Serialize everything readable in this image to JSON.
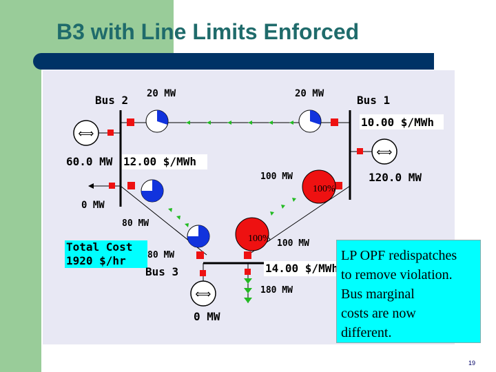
{
  "slide": {
    "title": "B3 with Line Limits Enforced",
    "page_number": "19",
    "note_lines": [
      "LP OPF redispatches",
      "to remove violation.",
      "Bus marginal",
      "costs are now",
      "different."
    ]
  },
  "diagram": {
    "bus2": {
      "name": "Bus 2",
      "flow_top": "20 MW",
      "gen": "60.0 MW",
      "price": "12.00 $/MWh",
      "load": "0 MW",
      "flow_down": "80 MW"
    },
    "bus1": {
      "name": "Bus 1",
      "flow_top": "20 MW",
      "price": "10.00 $/MWh",
      "gen": "120.0 MW",
      "flow_down": "100 MW",
      "line_pct": "100%"
    },
    "bus3": {
      "name": "Bus 3",
      "flow_in": "80 MW",
      "flow_in2": "100 MW",
      "price": "14.00 $/MWh",
      "gen": "0 MW",
      "load": "180 MW",
      "line_pct": "100%"
    },
    "total_cost": {
      "label": "Total Cost",
      "value": "1920 $/hr"
    },
    "colors": {
      "line_arrow": "#22bb22",
      "pie_blue": "#1133dd",
      "pie_red": "#ee1111",
      "breaker": "#ee1111",
      "cost_box": "#00ffff"
    }
  }
}
